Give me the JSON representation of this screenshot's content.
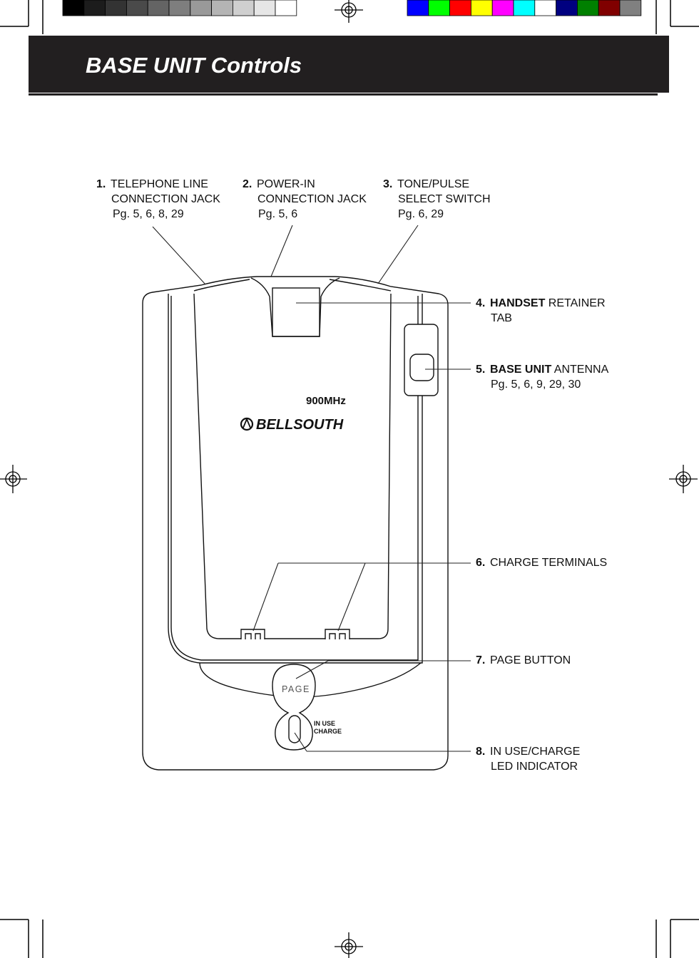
{
  "header": {
    "title": "BASE UNIT Controls"
  },
  "device": {
    "band_label": "900MHz",
    "brand_label": "BELLSOUTH",
    "page_button_label": "PAGE",
    "led_label_line1": "IN USE",
    "led_label_line2": "CHARGE"
  },
  "callouts": [
    {
      "number": "1.",
      "lines": [
        "TELEPHONE LINE",
        "CONNECTION JACK"
      ],
      "pages": "Pg. 5, 6, 8, 29"
    },
    {
      "number": "2.",
      "lines": [
        "POWER-IN",
        "CONNECTION JACK"
      ],
      "pages": "Pg. 5, 6"
    },
    {
      "number": "3.",
      "lines": [
        "TONE/PULSE",
        "SELECT SWITCH"
      ],
      "pages": "Pg. 6, 29"
    },
    {
      "number": "4.",
      "bold": "HANDSET",
      "rest": "RETAINER",
      "line2": "TAB"
    },
    {
      "number": "5.",
      "bold": "BASE UNIT",
      "rest": "ANTENNA",
      "pages": "Pg. 5, 6, 9, 29, 30"
    },
    {
      "number": "6.",
      "lines": [
        "CHARGE TERMINALS"
      ]
    },
    {
      "number": "7.",
      "lines": [
        "PAGE BUTTON"
      ]
    },
    {
      "number": "8.",
      "lines": [
        "IN USE/CHARGE",
        "LED INDICATOR"
      ]
    }
  ],
  "colors": {
    "header_bg": "#221f20",
    "header_text": "#ffffff",
    "swatches_gray": [
      "#000000",
      "#1c1c1c",
      "#333333",
      "#4a4a4a",
      "#646464",
      "#7e7e7e",
      "#999999",
      "#b4b4b4",
      "#cfcfcf",
      "#e6e6e6",
      "#ffffff"
    ],
    "swatches_color": [
      "#0000ff",
      "#00ff00",
      "#ff0000",
      "#ffff00",
      "#ff00ff",
      "#00ffff",
      "#ffffff",
      "#000080",
      "#008000",
      "#800000",
      "#808080"
    ]
  }
}
